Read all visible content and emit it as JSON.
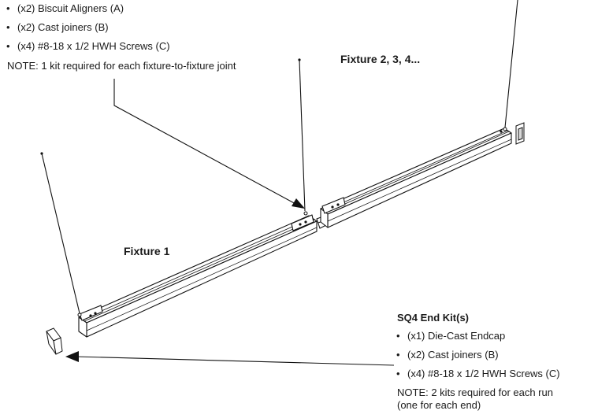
{
  "joint_kit": {
    "items": [
      "(x2) Biscuit Aligners (A)",
      "(x2) Cast joiners (B)",
      "(x4) #8-18 x 1/2 HWH Screws (C)"
    ],
    "note": "NOTE: 1 kit required for each fixture-to-fixture joint"
  },
  "fixture_labels": {
    "fixture_1": "Fixture 1",
    "fixture_2": "Fixture 2, 3, 4..."
  },
  "end_kit": {
    "title": "SQ4 End Kit(s)",
    "items": [
      "(x1) Die-Cast Endcap",
      "(x2) Cast joiners (B)",
      "(x4) #8-18 x 1/2 HWH Screws (C)"
    ],
    "note_line1": "NOTE: 2 kits required for each run",
    "note_line2": "(one for each end)"
  },
  "colors": {
    "line": "#111111",
    "fill": "#ffffff",
    "shade": "#d8d8d8"
  }
}
